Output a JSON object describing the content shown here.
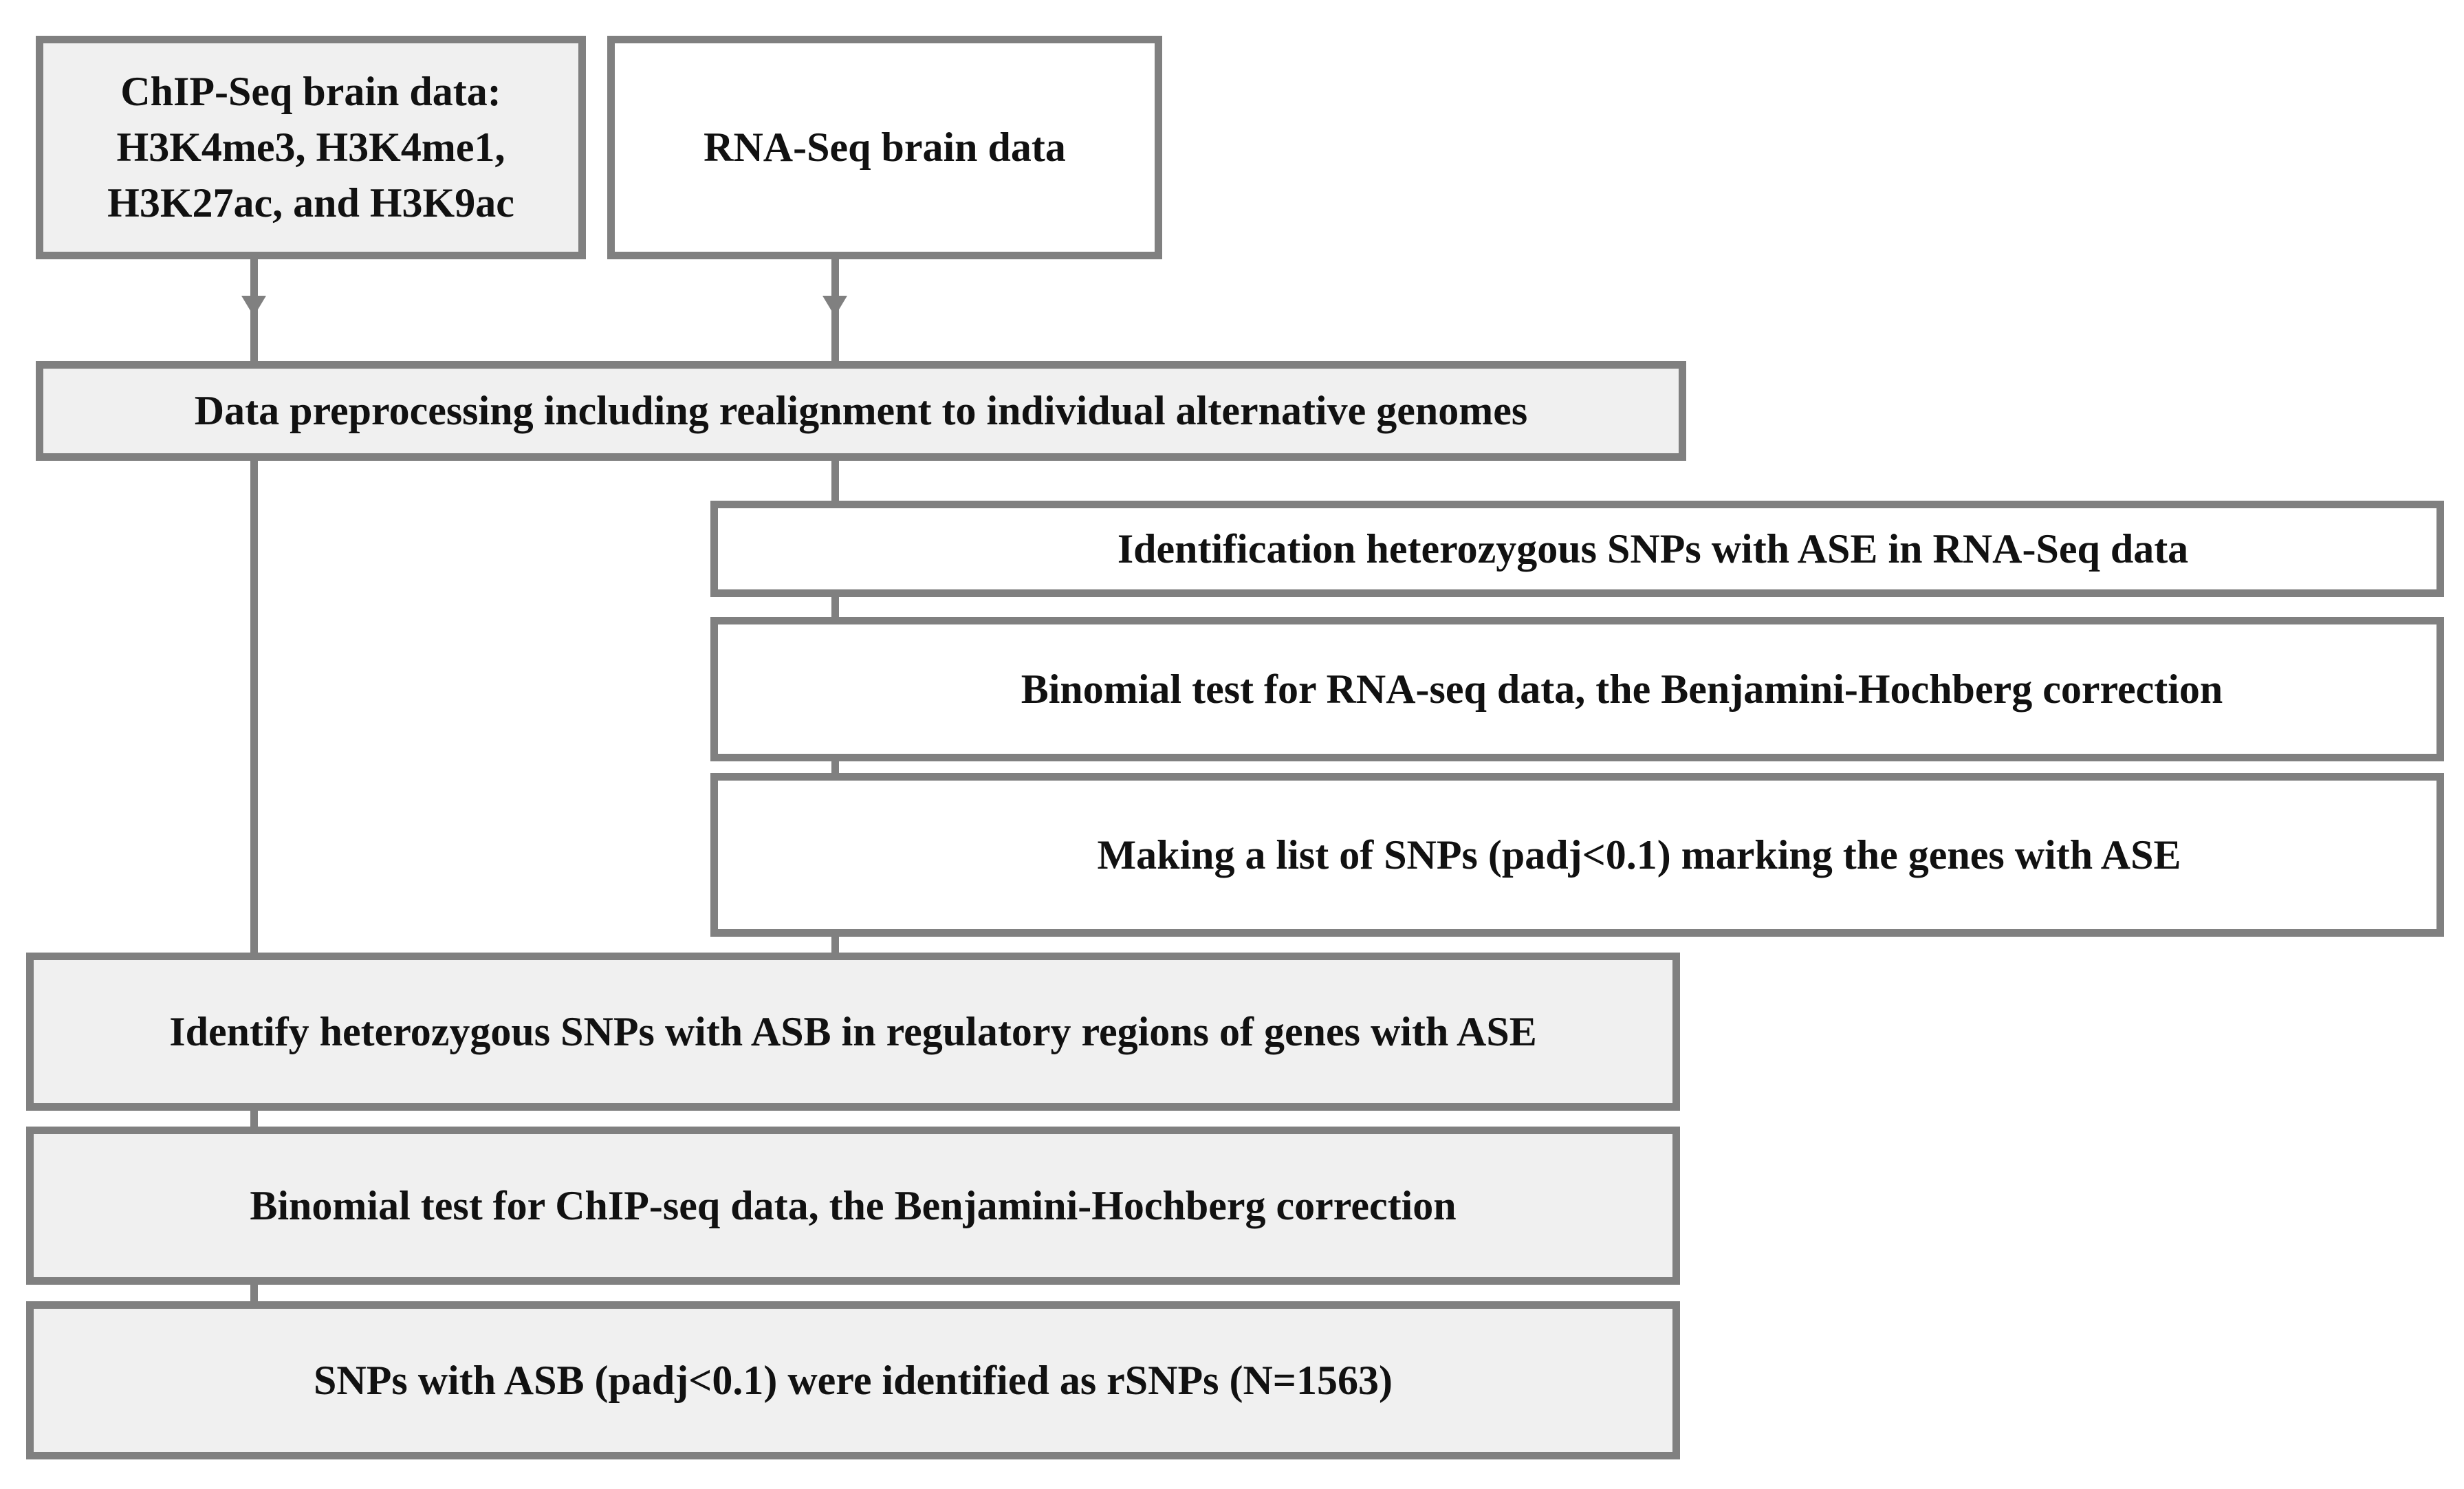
{
  "boxes": {
    "chip_seq": {
      "line1": "ChIP-Seq brain data:",
      "line2": "H3K4me3, H3K4me1,",
      "line3": "H3K27ac, and H3K9ac"
    },
    "rna_seq": "RNA-Seq brain data",
    "preprocessing": "Data preprocessing including realignment to individual alternative genomes",
    "identify_ase": "Identification heterozygous SNPs with ASE in RNA-Seq data",
    "binomial_rna": "Binomial test for RNA-seq data, the Benjamini-Hochberg correction",
    "list_snps": "Making a list of SNPs (padj<0.1) marking the genes with ASE",
    "identify_asb": "Identify heterozygous SNPs with ASB in regulatory regions of genes with ASE",
    "binomial_chip": "Binomial test for ChIP-seq data, the Benjamini-Hochberg correction",
    "rsnps": "SNPs with ASB (padj<0.1) were identified as rSNPs (N=1563)"
  },
  "colors": {
    "border": "#808080",
    "gray_fill": "#f0f0f0",
    "white_fill": "#ffffff"
  }
}
